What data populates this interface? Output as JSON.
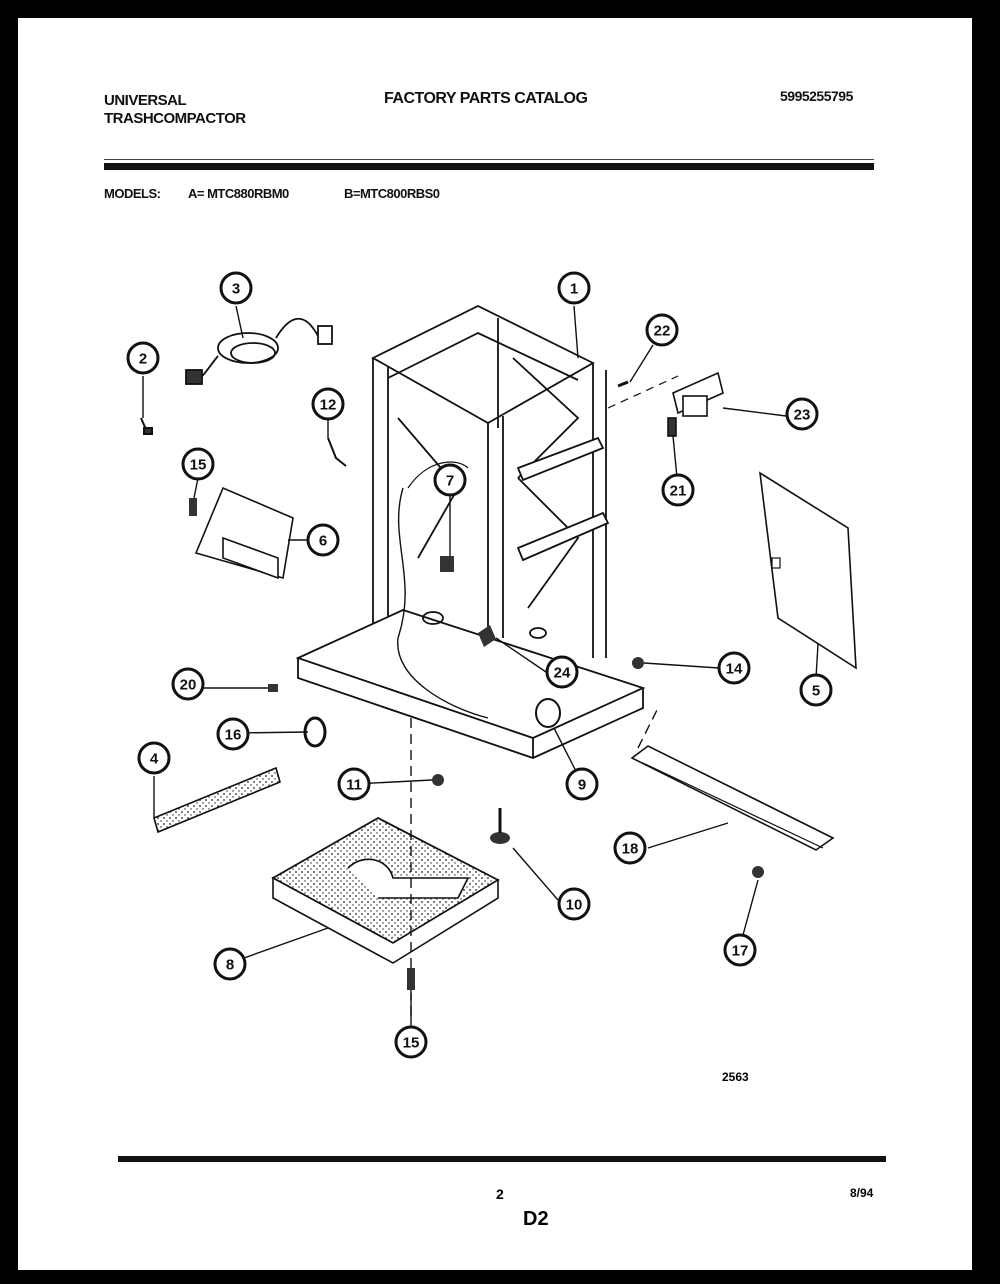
{
  "header": {
    "brand_line1": "UNIVERSAL",
    "brand_line2": "TRASHCOMPACTOR",
    "catalog_title": "FACTORY PARTS CATALOG",
    "part_number": "5995255795"
  },
  "models": {
    "label": "MODELS:",
    "model_a": "A= MTC880RBM0",
    "model_b": "B=MTC800RBS0"
  },
  "callouts": [
    "1",
    "2",
    "3",
    "4",
    "5",
    "6",
    "7",
    "8",
    "9",
    "10",
    "11",
    "12",
    "14",
    "15",
    "15",
    "16",
    "17",
    "18",
    "20",
    "21",
    "22",
    "23",
    "24"
  ],
  "figure_number": "2563",
  "footer": {
    "page_number": "2",
    "section_code": "D2",
    "date": "8/94"
  }
}
